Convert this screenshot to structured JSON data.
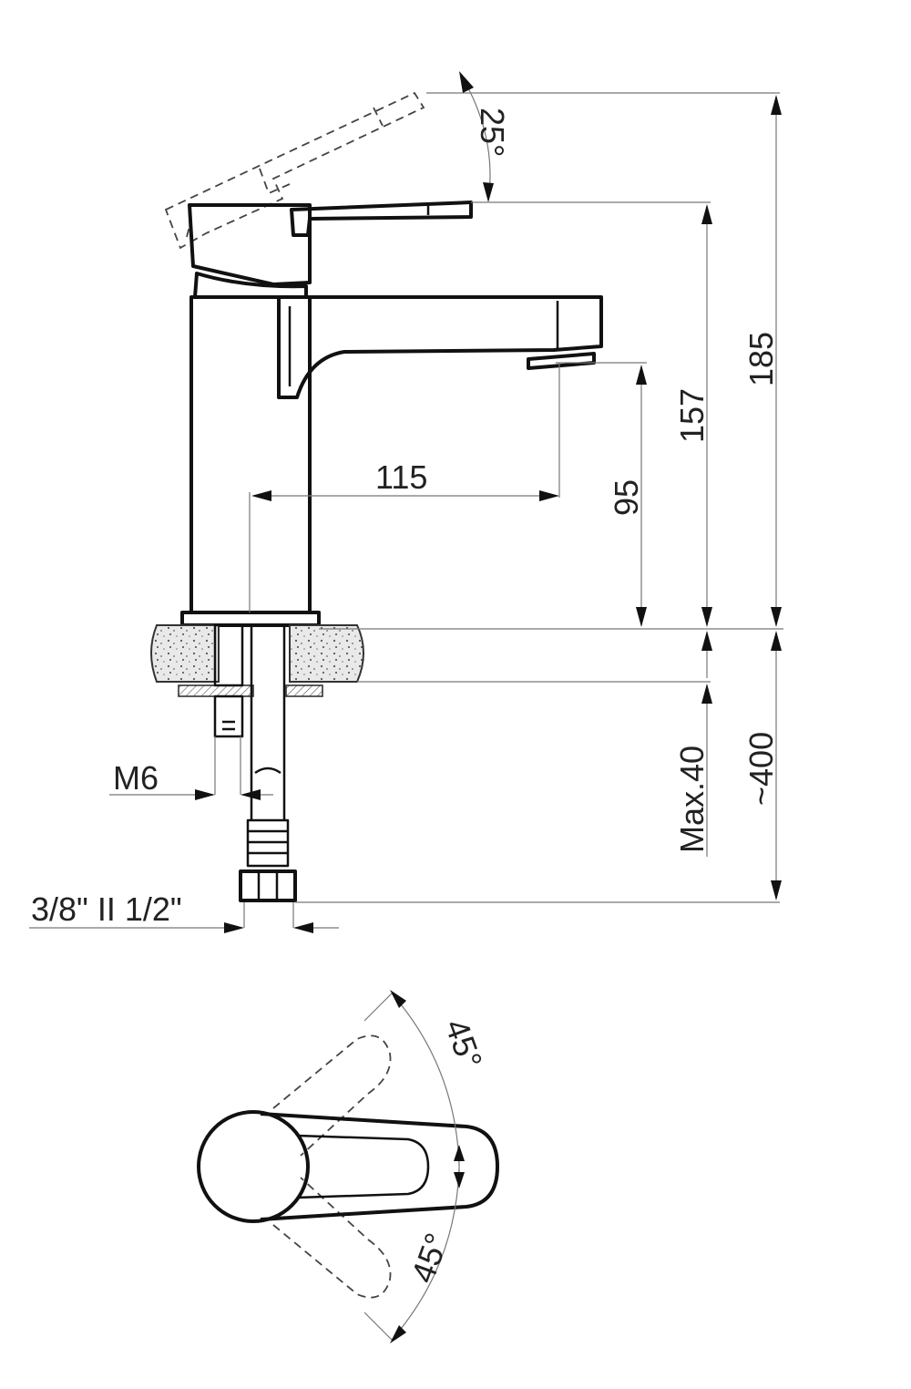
{
  "dimensions": {
    "handle_tilt_angle": "25°",
    "total_height": "185",
    "handle_height": "157",
    "spout_height": "95",
    "spout_reach": "115",
    "max_counter_thickness": "Max.40",
    "hose_length": "~400",
    "stud_thread": "M6",
    "hose_connection": "3/8\" II 1/2\"",
    "rotation_angle_top": "45°",
    "rotation_angle_bottom": "45°"
  },
  "colors": {
    "ink": "#111111",
    "dimension_line": "#777777",
    "counter_fill": "#e6e6e6"
  }
}
